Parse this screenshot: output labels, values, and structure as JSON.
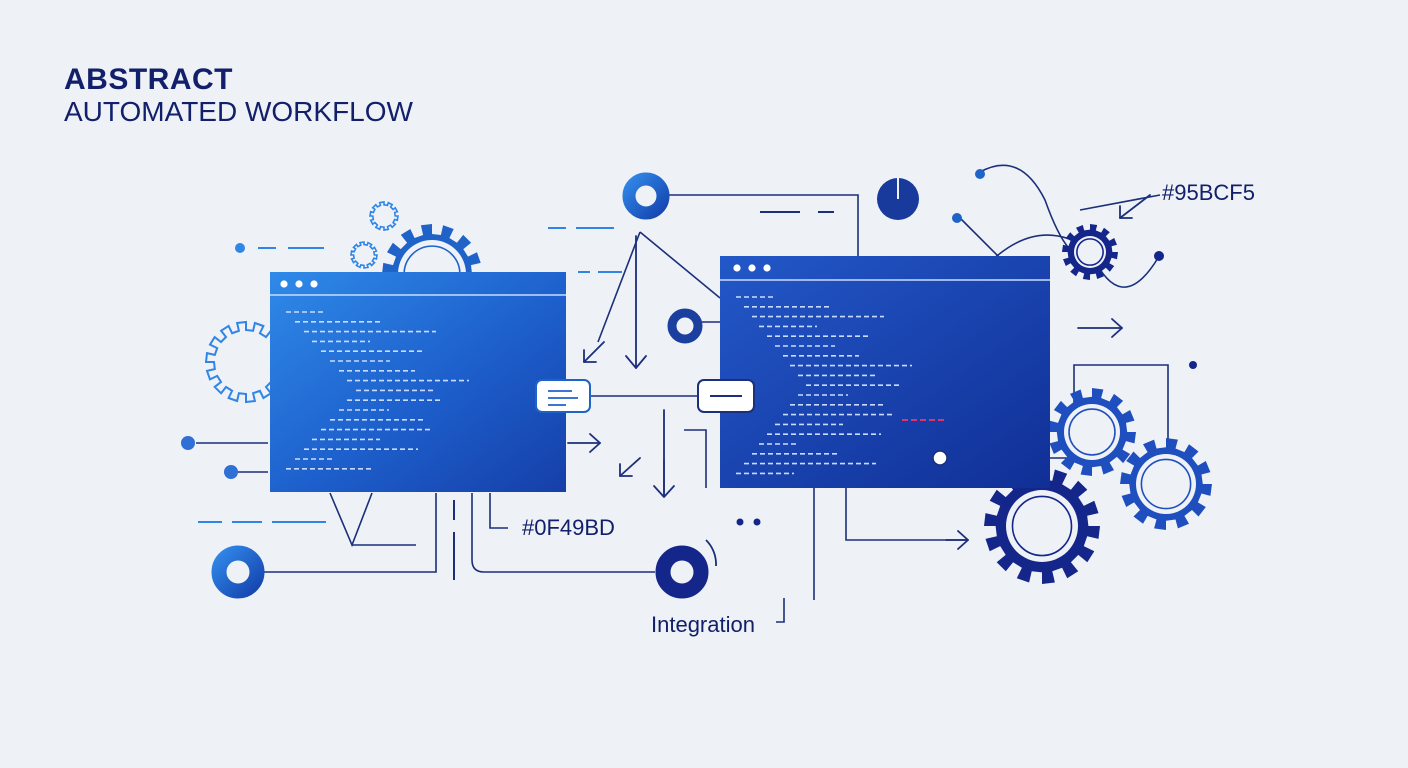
{
  "header": {
    "title": "ABSTRACT",
    "subtitle": "AUTOMATED WORKFLOW"
  },
  "labels": {
    "color_primary": "#0F49BD",
    "color_light": "#95BCF5",
    "integration": "Integration"
  },
  "colors": {
    "background": "#eef1f6",
    "navy": "#12206b",
    "window_dark": "#0f2f9a",
    "window_light": "#2f86e6",
    "accent_blue": "#1f63c8",
    "code_line": "#c9dcff",
    "code_highlight": "#e0336b"
  },
  "icons": [
    "gear-icon",
    "target-ring-icon",
    "browser-dots-icon",
    "arrow-icon",
    "connector-node-icon",
    "pie-icon"
  ]
}
